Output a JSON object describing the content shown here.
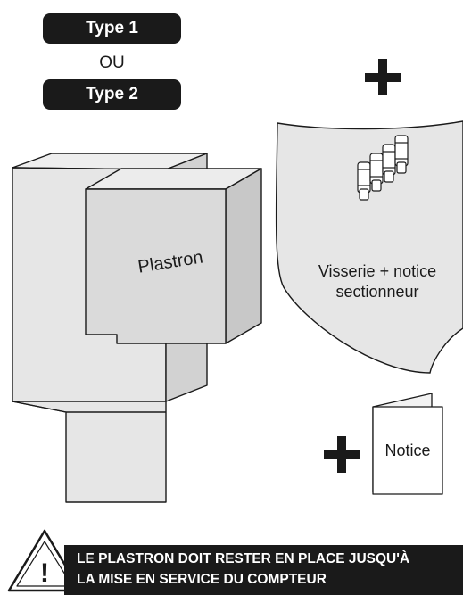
{
  "tags": {
    "type1": "Type 1",
    "or": "OU",
    "type2": "Type 2"
  },
  "device": {
    "label": "Plastron"
  },
  "kit": {
    "label_line1": "Visserie + notice",
    "label_line2": "sectionneur"
  },
  "booklet": {
    "label": "Notice"
  },
  "warning": {
    "line1": "LE PLASTRON DOIT RESTER EN PLACE JUSQU'À",
    "line2": "LA MISE EN SERVICE DU COMPTEUR",
    "icon_symbol": "!"
  },
  "colors": {
    "ink": "#1a1a1a",
    "box_fill": "#e6e6e6",
    "cover_fill": "#dadada",
    "panel_fill": "#e6e6e6"
  }
}
